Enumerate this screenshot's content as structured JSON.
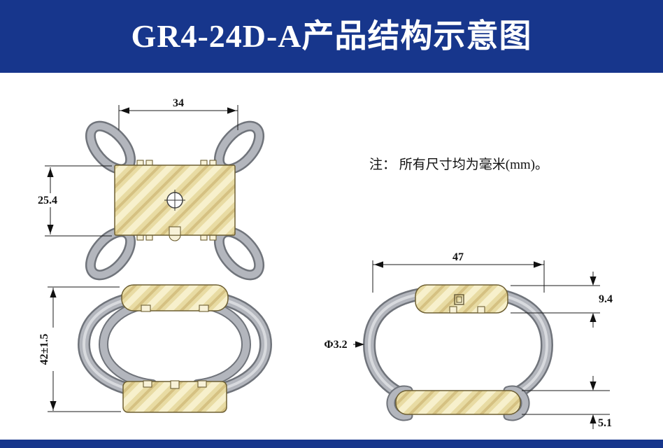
{
  "page": {
    "title": "GR4-24D-A产品结构示意图",
    "note": "注： 所有尺寸均为毫米(mm)。"
  },
  "colors": {
    "banner_blue": "#17368c",
    "plate_gold": "#eadfa9",
    "cable_gray": "#b3b6bd",
    "line": "#1a1a1a"
  },
  "views": {
    "top_view": {
      "width": "34",
      "depth": "25.4"
    },
    "front_view": {
      "height": "42±1.5"
    },
    "side_view": {
      "width": "47",
      "top_plate_height": "9.4",
      "wire_diameter": "Φ3.2",
      "bottom_plate_height": "5.1"
    }
  }
}
